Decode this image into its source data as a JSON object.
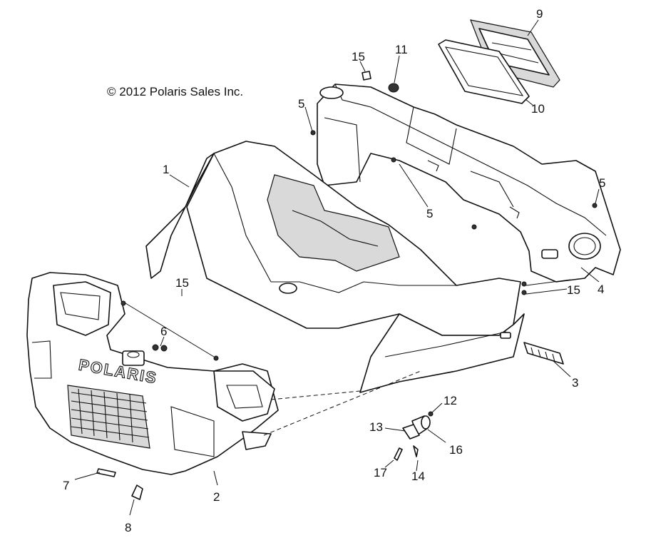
{
  "copyright": "© 2012 Polaris Sales Inc.",
  "brand_text": "POLARIS",
  "callouts": [
    {
      "id": "c1",
      "label": "1"
    },
    {
      "id": "c2",
      "label": "2"
    },
    {
      "id": "c3",
      "label": "3"
    },
    {
      "id": "c4",
      "label": "4"
    },
    {
      "id": "c5a",
      "label": "5"
    },
    {
      "id": "c5b",
      "label": "5"
    },
    {
      "id": "c5c",
      "label": "5"
    },
    {
      "id": "c6",
      "label": "6"
    },
    {
      "id": "c7",
      "label": "7"
    },
    {
      "id": "c8",
      "label": "8"
    },
    {
      "id": "c9",
      "label": "9"
    },
    {
      "id": "c10",
      "label": "10"
    },
    {
      "id": "c11",
      "label": "11"
    },
    {
      "id": "c12",
      "label": "12"
    },
    {
      "id": "c13",
      "label": "13"
    },
    {
      "id": "c14",
      "label": "14"
    },
    {
      "id": "c15a",
      "label": "15"
    },
    {
      "id": "c15b",
      "label": "15"
    },
    {
      "id": "c15c",
      "label": "15"
    },
    {
      "id": "c16",
      "label": "16"
    },
    {
      "id": "c17",
      "label": "17"
    }
  ]
}
